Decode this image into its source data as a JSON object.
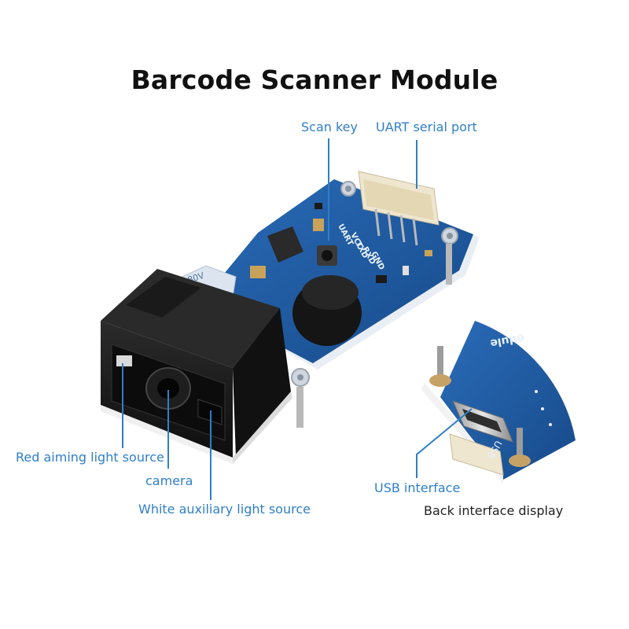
{
  "title": "Barcode Scanner Module",
  "labels": {
    "scan_key": "Scan key",
    "uart": "UART serial port",
    "red_aiming": "Red aiming light source",
    "camera": "camera",
    "white_light": "White auxiliary light source",
    "usb": "USB interface",
    "back_display": "Back interface display"
  },
  "silkscreen": {
    "pins": [
      "UART",
      "VCC",
      "TXD",
      "RXD",
      "GND"
    ],
    "usb": "USB",
    "module": "odule",
    "flex": "80V"
  },
  "colors": {
    "label_blue": "#2f7fc8",
    "pcb_blue": "#1e5aa3",
    "scanner_black": "#1a1a1a",
    "connector_cream": "#efe6cf"
  }
}
